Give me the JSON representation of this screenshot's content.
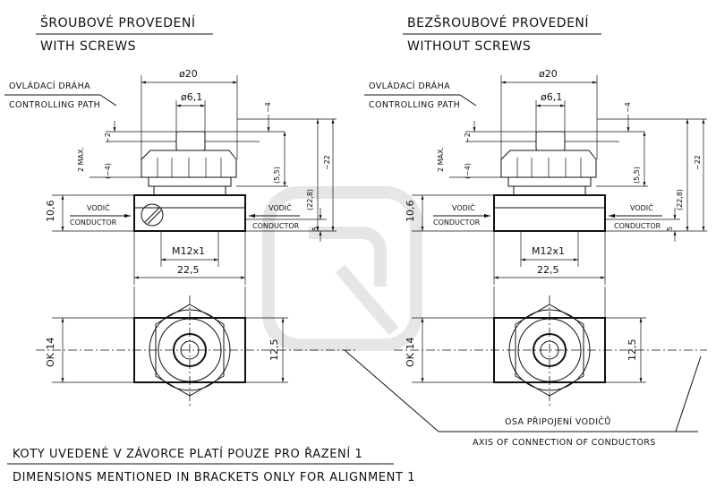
{
  "left": {
    "title_cz": "ŠROUBOVÉ PROVEDENÍ",
    "title_en": "WITH SCREWS"
  },
  "right": {
    "title_cz": "BEZŠROUBOVÉ PROVEDENÍ",
    "title_en": "WITHOUT SCREWS"
  },
  "labels": {
    "path_cz": "OVLÁDACÍ DRÁHA",
    "path_en": "CONTROLLING PATH",
    "vodic": "VODIČ",
    "conductor": "CONDUCTOR",
    "axis_cz": "OSA PŘIPOJENÍ VODIČŮ",
    "axis_en": "AXIS OF CONNECTION OF CONDUCTORS"
  },
  "dims": {
    "d20": "ø20",
    "d61": "ø6,1",
    "d4": "~4",
    "d2": "~2",
    "d2max": "2 MAX.",
    "d4b": "(~4)",
    "d55": "(5,5)",
    "d228": "(22,8)",
    "d22": "~22",
    "d106": "10,6",
    "d5": "5",
    "m12": "M12x1",
    "d225": "22,5",
    "ok14": "OK 14",
    "d125": "12,5"
  },
  "notes": {
    "cz": "KOTY UVEDENÉ V ZÁVORCE PLATÍ POUZE PRO ŘAZENÍ 1",
    "en": "DIMENSIONS MENTIONED IN BRACKETS ONLY FOR ALIGNMENT 1"
  }
}
